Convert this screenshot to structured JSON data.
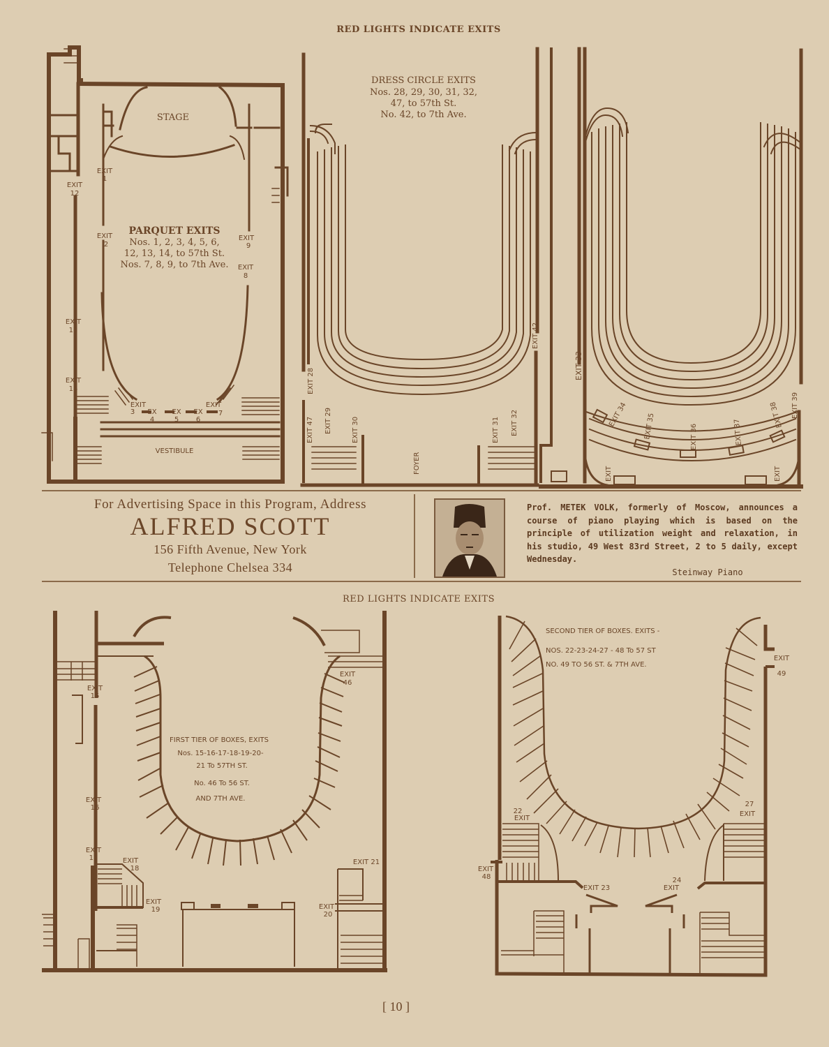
{
  "top_header": "RED LIGHTS INDICATE EXITS",
  "mid_header": "RED LIGHTS INDICATE EXITS",
  "page_number": "[ 10 ]",
  "parquet_plan": {
    "stage_label": "STAGE",
    "vestibule_label": "VESTIBULE",
    "title": "PARQUET EXITS",
    "lines": [
      "Nos. 1, 2, 3, 4, 5, 6,",
      "12, 13, 14, to 57th St.",
      "Nos. 7, 8, 9, to 7th Ave."
    ],
    "exits": {
      "e1": [
        "EXIT",
        "1"
      ],
      "e2": [
        "EXIT",
        "2"
      ],
      "e3": [
        "EXIT",
        "3"
      ],
      "e4": [
        "EX",
        "4"
      ],
      "e5": [
        "EX",
        "5"
      ],
      "e6": [
        "EX",
        "6"
      ],
      "e7": [
        "EXIT",
        "7"
      ],
      "e8": [
        "EXIT",
        "8"
      ],
      "e9": [
        "EXIT",
        "9"
      ],
      "e12": [
        "EXIT",
        "12"
      ],
      "e13": [
        "EXIT",
        "13"
      ],
      "e14": [
        "EXIT",
        "14"
      ]
    }
  },
  "dress_circle_plan": {
    "title": "DRESS CIRCLE EXITS",
    "lines": [
      "Nos. 28, 29, 30, 31, 32,",
      "47, to 57th St.",
      "No. 42, to 7th Ave."
    ],
    "foyer_label": "FOYER",
    "exits": [
      "EXIT 28",
      "EXIT 29",
      "EXIT 30",
      "EXIT 31",
      "EXIT 32",
      "EXIT 42",
      "EXIT 47"
    ]
  },
  "balcony_plan": {
    "exits": [
      "EXIT 33",
      "EXIT 34",
      "EXIT 35",
      "EXIT 36",
      "EXIT 37",
      "EXIT 38",
      "EXIT 39",
      "EXIT",
      "EXIT"
    ]
  },
  "ad_left": {
    "line1": "For Advertising Space in this Program, Address",
    "name": "ALFRED SCOTT",
    "address": "156 Fifth Avenue, New York",
    "phone": "Telephone Chelsea 334"
  },
  "ad_right": {
    "prefix": "Prof.",
    "name": "METEK VOLK,",
    "body_1": " formerly of Moscow, announces a course of piano playing which is based on the principle of utilization weight and relaxation, in his studio, ",
    "address": "49 West 83rd Street, 2 to 5",
    "body_2": " daily, except Wednesday.",
    "signature": "Steinway Piano",
    "photo_alt": "portrait-photo"
  },
  "first_tier_plan": {
    "title": "FIRST TIER OF BOXES, EXITS",
    "lines": [
      "Nos. 15-16-17-18-19-20-",
      "21 To 57TH ST.",
      "No. 46 To 56 ST.",
      "AND 7TH AVE."
    ],
    "exits": {
      "e15": [
        "EXIT",
        "15"
      ],
      "e16": [
        "EXIT",
        "16"
      ],
      "e17": [
        "EXIT",
        "17"
      ],
      "e18": [
        "EXIT",
        "18"
      ],
      "e19": [
        "EXIT",
        "19"
      ],
      "e20": [
        "EXIT",
        "20"
      ],
      "e21": "EXIT 21",
      "e46": [
        "EXIT",
        "46"
      ]
    }
  },
  "second_tier_plan": {
    "title": "SECOND TIER OF BOXES. EXITS -",
    "lines": [
      "NOS. 22-23-24-27 - 48 To 57 ST",
      "NO. 49 TO 56 ST. & 7TH AVE."
    ],
    "exits": {
      "e22": [
        "22",
        "EXIT"
      ],
      "e23": "EXIT 23",
      "e24": [
        "24",
        "EXIT"
      ],
      "e27": [
        "27",
        "EXIT"
      ],
      "e48": [
        "EXIT",
        "48"
      ],
      "e49": [
        "EXIT",
        "49"
      ]
    }
  },
  "colors": {
    "paper": "#ddcdb2",
    "ink": "#6a4528",
    "ink_dark": "#5c3a20"
  }
}
